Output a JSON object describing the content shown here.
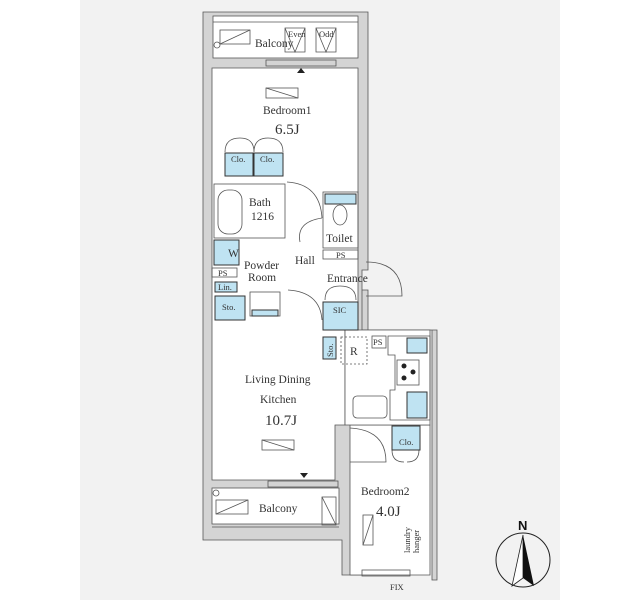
{
  "rooms": {
    "balcony_top": "Balcony",
    "even": "Even",
    "odd": "Odd",
    "bedroom1": "Bedroom1",
    "bedroom1_size": "6.5J",
    "clo": "Clo.",
    "bath": "Bath",
    "bath_size": "1216",
    "toilet": "Toilet",
    "hall": "Hall",
    "ps": "PS",
    "w": "W",
    "powder_room_1": "Powder",
    "powder_room_2": "Room",
    "lin": "Lin.",
    "sto": "Sto.",
    "entrance": "Entrance",
    "sic": "SIC",
    "r": "R",
    "ldk_1": "Living Dining",
    "ldk_2": "Kitchen",
    "ldk_size": "10.7J",
    "bedroom2": "Bedroom2",
    "bedroom2_size": "4.0J",
    "laundry_1": "laundry",
    "laundry_2": "hanger",
    "balcony_bottom": "Balcony",
    "fix": "FIX",
    "north": "N"
  },
  "colors": {
    "storage": "#bfe3f2",
    "wall": "#d4d4d4"
  }
}
